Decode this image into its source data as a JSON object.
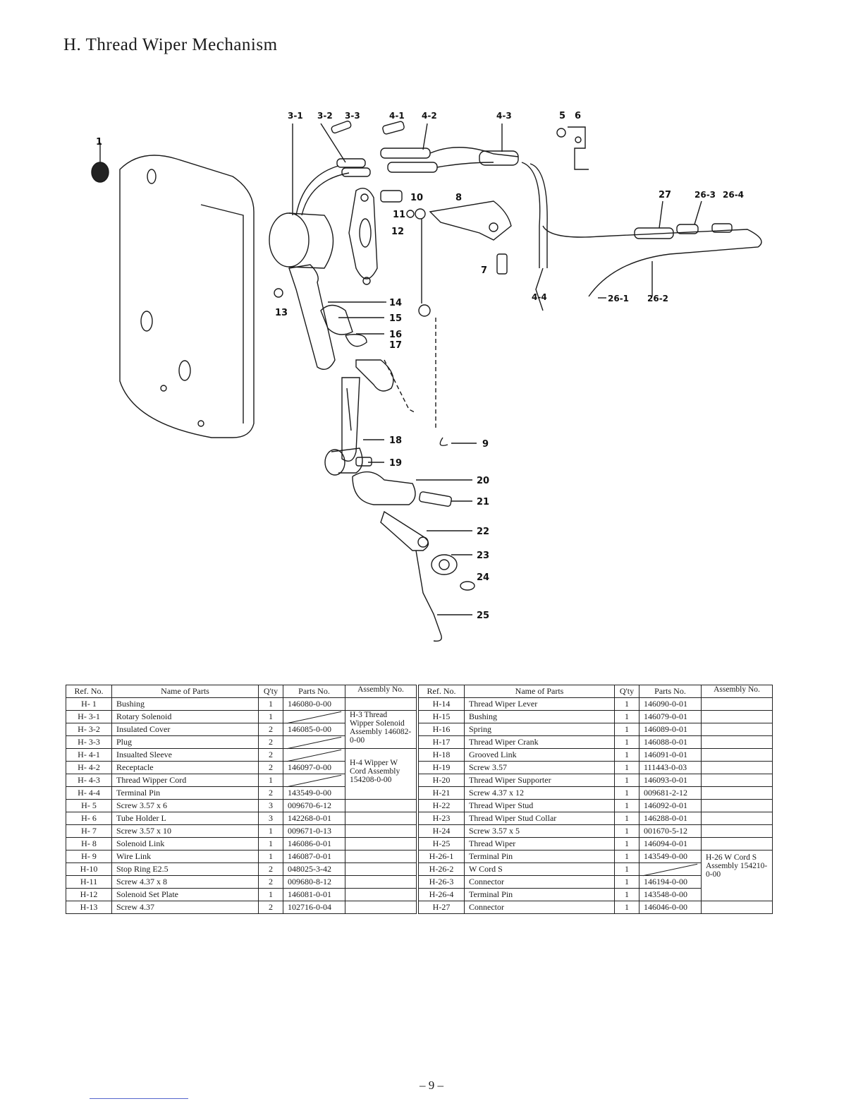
{
  "title": "H.  Thread Wiper Mechanism",
  "diagram_labels": [
    "1",
    "3-1",
    "3-2",
    "3-3",
    "4-1",
    "4-2",
    "4-3",
    "4-4",
    "5",
    "6",
    "7",
    "8",
    "9",
    "10",
    "11",
    "12",
    "13",
    "14",
    "15",
    "16",
    "17",
    "18",
    "19",
    "20",
    "21",
    "22",
    "23",
    "24",
    "25",
    "26-1",
    "26-2",
    "26-3",
    "26-4",
    "27"
  ],
  "table_headers": {
    "ref": "Ref. No.",
    "name": "Name of Parts",
    "qty": "Q'ty",
    "parts_no": "Parts No.",
    "assembly": "Assembly No."
  },
  "left_rows": [
    {
      "ref": "H- 1",
      "name": "Bushing",
      "qty": "1",
      "pno": "146080-0-00"
    },
    {
      "ref": "H- 3-1",
      "name": "Rotary  Solenoid",
      "qty": "1",
      "pno": ""
    },
    {
      "ref": "H- 3-2",
      "name": "Insulated  Cover",
      "qty": "2",
      "pno": "146085-0-00"
    },
    {
      "ref": "H- 3-3",
      "name": "Plug",
      "qty": "2",
      "pno": ""
    },
    {
      "ref": "H- 4-1",
      "name": "Insualted  Sleeve",
      "qty": "2",
      "pno": ""
    },
    {
      "ref": "H- 4-2",
      "name": "Receptacle",
      "qty": "2",
      "pno": "146097-0-00"
    },
    {
      "ref": "H- 4-3",
      "name": "Thread  Wipper  Cord",
      "qty": "1",
      "pno": ""
    },
    {
      "ref": "H- 4-4",
      "name": "Terminal  Pin",
      "qty": "2",
      "pno": "143549-0-00"
    },
    {
      "ref": "H- 5",
      "name": "Screw  3.57 x 6",
      "qty": "3",
      "pno": "009670-6-12"
    },
    {
      "ref": "H- 6",
      "name": "Tube  Holder  L",
      "qty": "3",
      "pno": "142268-0-01"
    },
    {
      "ref": "H- 7",
      "name": "Screw  3.57 x 10",
      "qty": "1",
      "pno": "009671-0-13"
    },
    {
      "ref": "H- 8",
      "name": "Solenoid  Link",
      "qty": "1",
      "pno": "146086-0-01"
    },
    {
      "ref": "H- 9",
      "name": "Wire  Link",
      "qty": "1",
      "pno": "146087-0-01"
    },
    {
      "ref": "H-10",
      "name": "Stop  Ring  E2.5",
      "qty": "2",
      "pno": "048025-3-42"
    },
    {
      "ref": "H-11",
      "name": "Screw  4.37 x 8",
      "qty": "2",
      "pno": "009680-8-12"
    },
    {
      "ref": "H-12",
      "name": "Solenoid  Set  Plate",
      "qty": "1",
      "pno": "146081-0-01"
    },
    {
      "ref": "H-13",
      "name": "Screw  4.37",
      "qty": "2",
      "pno": "102716-0-04"
    }
  ],
  "left_assembly": {
    "h3": "H-3  Thread Wipper Solenoid Assembly 146082-0-00",
    "h4": "H-4 Wipper  W Cord  Assembly 154208-0-00"
  },
  "right_rows": [
    {
      "ref": "H-14",
      "name": "Thread  Wiper  Lever",
      "qty": "1",
      "pno": "146090-0-01"
    },
    {
      "ref": "H-15",
      "name": "Bushing",
      "qty": "1",
      "pno": "146079-0-01"
    },
    {
      "ref": "H-16",
      "name": "Spring",
      "qty": "1",
      "pno": "146089-0-01"
    },
    {
      "ref": "H-17",
      "name": "Thread  Wiper  Crank",
      "qty": "1",
      "pno": "146088-0-01"
    },
    {
      "ref": "H-18",
      "name": "Grooved  Link",
      "qty": "1",
      "pno": "146091-0-01"
    },
    {
      "ref": "H-19",
      "name": "Screw  3.57",
      "qty": "1",
      "pno": "111443-0-03"
    },
    {
      "ref": "H-20",
      "name": "Thread  Wiper  Supporter",
      "qty": "1",
      "pno": "146093-0-01"
    },
    {
      "ref": "H-21",
      "name": "Screw  4.37 x 12",
      "qty": "1",
      "pno": "009681-2-12"
    },
    {
      "ref": "H-22",
      "name": "Thread  Wiper  Stud",
      "qty": "1",
      "pno": "146092-0-01"
    },
    {
      "ref": "H-23",
      "name": "Thread  Wiper  Stud  Collar",
      "qty": "1",
      "pno": "146288-0-01"
    },
    {
      "ref": "H-24",
      "name": "Screw  3.57 x 5",
      "qty": "1",
      "pno": "001670-5-12"
    },
    {
      "ref": "H-25",
      "name": "Thread  Wiper",
      "qty": "1",
      "pno": "146094-0-01"
    },
    {
      "ref": "H-26-1",
      "name": "Terminal  Pin",
      "qty": "1",
      "pno": "143549-0-00"
    },
    {
      "ref": "H-26-2",
      "name": "W  Cord  S",
      "qty": "1",
      "pno": ""
    },
    {
      "ref": "H-26-3",
      "name": "Connector",
      "qty": "1",
      "pno": "146194-0-00"
    },
    {
      "ref": "H-26-4",
      "name": "Terminal  Pin",
      "qty": "1",
      "pno": "143548-0-00"
    },
    {
      "ref": "H-27",
      "name": "Connector",
      "qty": "1",
      "pno": "146046-0-00"
    }
  ],
  "right_assembly": {
    "h26": "H-26 W  Cord  S Assembly 154210-0-00"
  },
  "page_number": "– 9 –"
}
